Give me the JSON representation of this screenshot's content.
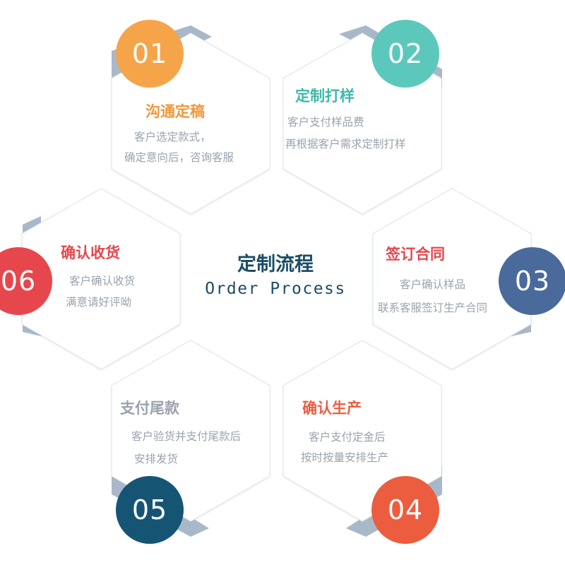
{
  "center": {
    "title_cn": "定制流程",
    "title_en": "Order Process"
  },
  "steps": [
    {
      "number": "01",
      "title": "沟通定稿",
      "lines": [
        "客户选定款式，",
        "确定意向后，咨询客服"
      ],
      "badge_color": "#f6a44a",
      "title_color": "#f2973a"
    },
    {
      "number": "02",
      "title": "定制打样",
      "lines": [
        "客户支付样品费",
        "再根据客户需求定制打样"
      ],
      "badge_color": "#5cc8bc",
      "title_color": "#3fb8ad"
    },
    {
      "number": "03",
      "title": "签订合同",
      "lines": [
        "客户确认样品",
        "联系客服签订生产合同"
      ],
      "badge_color": "#4a6a9c",
      "title_color": "#e5474c"
    },
    {
      "number": "04",
      "title": "确认生产",
      "lines": [
        "客户支付定金后",
        "按时按量安排生产"
      ],
      "badge_color": "#ec5d3f",
      "title_color": "#ec5d3f"
    },
    {
      "number": "05",
      "title": "支付尾款",
      "lines": [
        "客户验货并支付尾款后",
        "安排发货"
      ],
      "badge_color": "#155573",
      "title_color": "#9aa3ad"
    },
    {
      "number": "06",
      "title": "确认收货",
      "lines": [
        "客户确认收货",
        "满意请好评呦"
      ],
      "badge_color": "#e5474c",
      "title_color": "#e5474c"
    }
  ]
}
